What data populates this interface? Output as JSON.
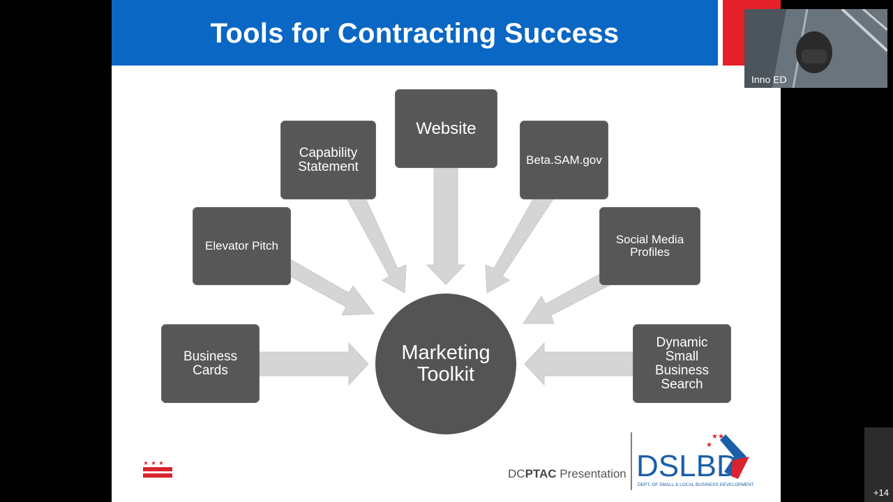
{
  "slide": {
    "title": "Tools for Contracting Success",
    "hub_label": "Marketing\nToolkit",
    "boxes": [
      {
        "label": "Website"
      },
      {
        "label": "Capability\nStatement"
      },
      {
        "label": "Beta.SAM.gov"
      },
      {
        "label": "Elevator Pitch"
      },
      {
        "label": "Social Media\nProfiles"
      },
      {
        "label": "Business\nCards"
      },
      {
        "label": "Dynamic\nSmall\nBusiness\nSearch"
      }
    ],
    "footer": {
      "prefix": "DC",
      "bold": "PTAC",
      "suffix": " Presentation"
    },
    "logo": {
      "text": "DSLBD",
      "subtitle": "DEPT. OF SMALL & LOCAL BUSINESS DEVELOPMENT"
    }
  },
  "colors": {
    "title_bar": "#0a67c3",
    "accent_red": "#e4202a",
    "box": "#575757",
    "arrow": "#d5d5d5"
  },
  "participant": {
    "name": "Inno ED"
  },
  "overflow": {
    "label": "+14"
  }
}
